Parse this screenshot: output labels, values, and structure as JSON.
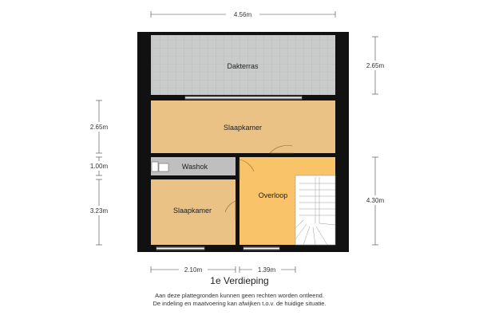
{
  "rooms": {
    "dakterras": "Dakterras",
    "slaapkamer_top": "Slaapkamer",
    "washok": "Washok",
    "slaapkamer_bottom": "Slaapkamer",
    "overloop": "Overloop"
  },
  "dimensions": {
    "top_width": "4.56m",
    "right_upper": "2.65m",
    "right_lower": "4.30m",
    "left_upper": "2.65m",
    "left_middle": "1.00m",
    "left_lower": "3.23m",
    "bottom_left": "2.10m",
    "bottom_right": "1.39m"
  },
  "floor_title": "1e Verdieping",
  "disclaimer": [
    "Aan deze plattegronden kunnen geen rechten worden ontleend.",
    "De indeling en maatvoering kan afwijken t.o.v. de huidige situatie."
  ],
  "colors": {
    "wall": "#111111",
    "terrace": "#c9cbcb",
    "bedroom": "#ebc286",
    "landing": "#f9c36a",
    "utility": "#bfbfbf",
    "dimension_line": "#444444"
  }
}
